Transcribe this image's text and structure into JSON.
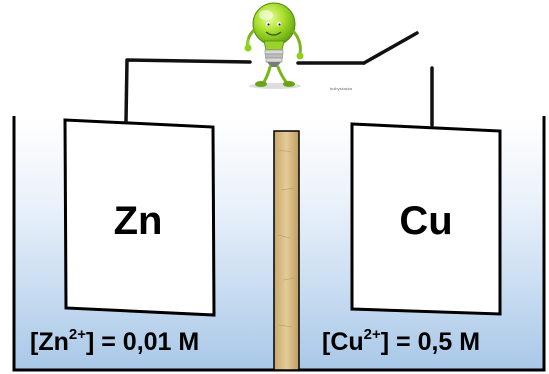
{
  "cell": {
    "left_electrode": {
      "symbol": "Zn",
      "ion_open": "[Zn",
      "ion_charge": "2+",
      "ion_close": "] = 0,01 M"
    },
    "right_electrode": {
      "symbol": "Cu",
      "ion_open": "[Cu",
      "ion_charge": "2+",
      "ion_close": "] = 0,5 M"
    },
    "bulb_caption": "bulbyskazka"
  },
  "colors": {
    "solution_top": "#ffffff",
    "solution_bottom": "#a9c8e8",
    "salt_bridge": "#dcc08c",
    "wire": "#111111",
    "bulb_green": "#8fd11c"
  }
}
